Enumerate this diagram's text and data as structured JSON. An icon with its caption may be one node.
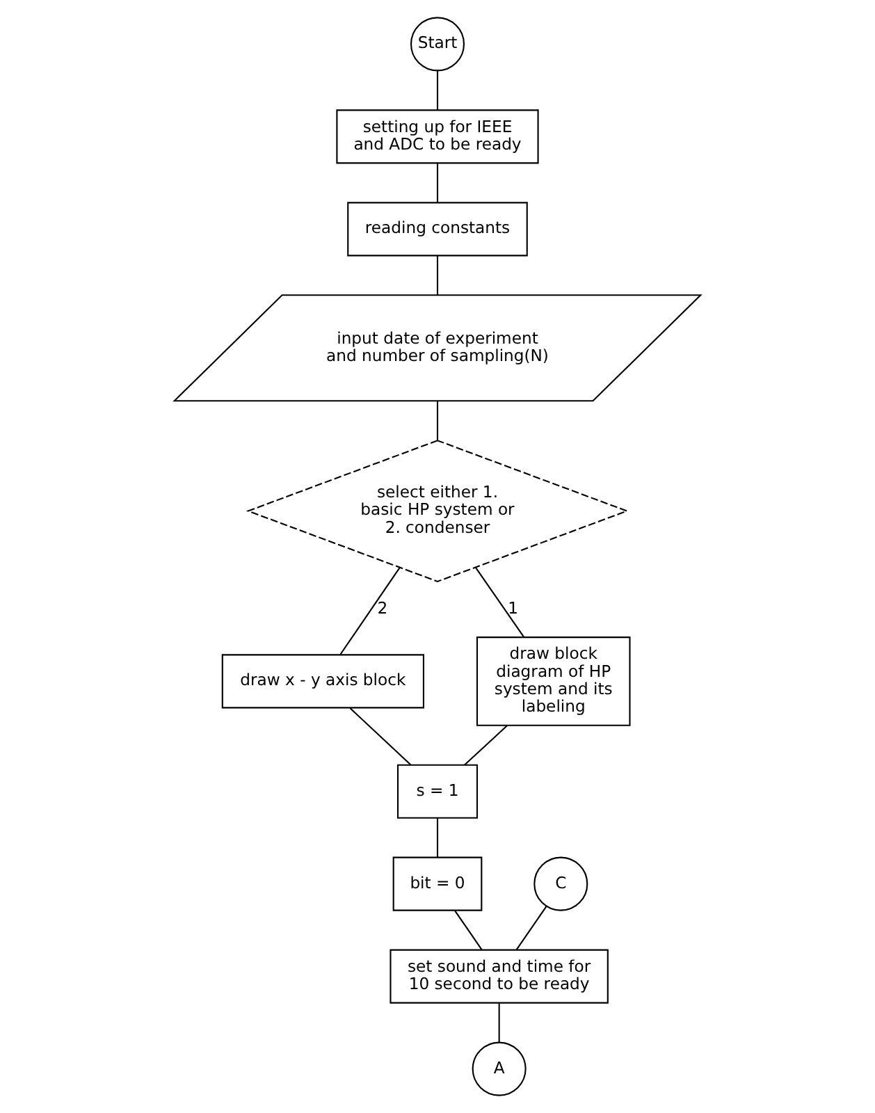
{
  "diagram": {
    "nodes": [
      {
        "text": [
          "Start"
        ]
      },
      {
        "text": [
          "setting up for IEEE and ADC to be ready"
        ]
      },
      {
        "text": [
          "reading constants"
        ]
      },
      {
        "text": [
          "input date of experiment and number of sampling(N)"
        ]
      },
      {
        "text": [
          "select either 1. basic HP system or 2. condenser"
        ]
      },
      {
        "text": [
          "draw x - y axis block"
        ]
      },
      {
        "text": [
          "draw block diagram of HP system and its labeling"
        ]
      },
      {
        "text": [
          "s = 1"
        ]
      },
      {
        "text": [
          "bit = 0"
        ]
      },
      {
        "text": [
          "set sound and time for 10 second to be ready"
        ]
      },
      {
        "text": [
          "C"
        ]
      },
      {
        "text": [
          "A"
        ]
      }
    ],
    "edges": [
      {
        "from": 0,
        "to": 1,
        "arrow": "none"
      },
      {
        "from": 1,
        "to": 2,
        "arrow": "none"
      },
      {
        "from": 2,
        "to": 3,
        "arrow": "none"
      },
      {
        "from": 3,
        "to": 4,
        "arrow": "none"
      },
      {
        "from": 4,
        "to": 5,
        "arrow": "none",
        "label": "2"
      },
      {
        "from": 4,
        "to": 6,
        "arrow": "none",
        "label": "1"
      },
      {
        "from": 5,
        "to": 7,
        "arrow": "none"
      },
      {
        "from": 6,
        "to": 7,
        "arrow": "none"
      },
      {
        "from": 7,
        "to": 8,
        "arrow": "none"
      },
      {
        "from": 8,
        "to": 9,
        "arrow": "none"
      },
      {
        "from": 10,
        "to": 9,
        "arrow": "none"
      },
      {
        "from": 9,
        "to": 11,
        "arrow": "none"
      }
    ]
  }
}
